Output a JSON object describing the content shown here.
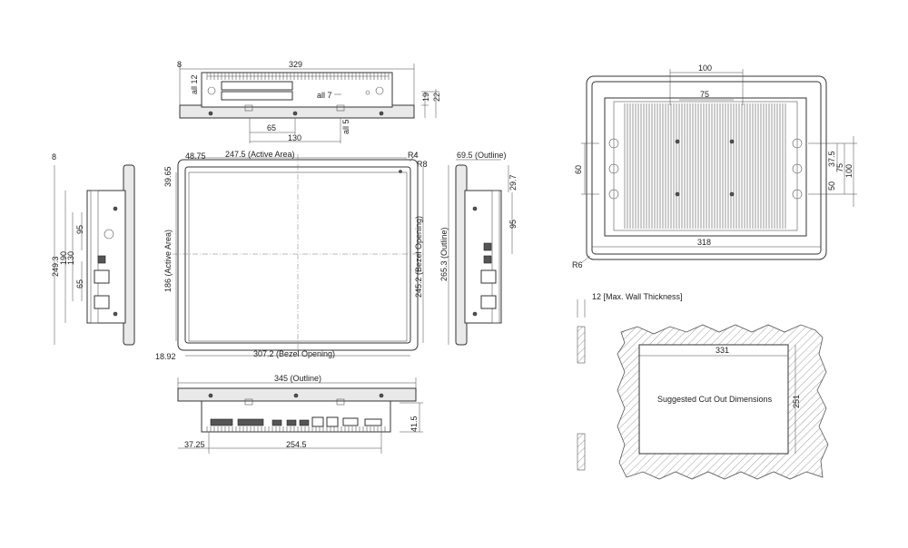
{
  "top_view": {
    "width": "329",
    "side": "8",
    "all12": "all 12",
    "all7": "all 7",
    "all5": "all 5",
    "h19": "19",
    "h22": "22",
    "d65": "65",
    "d130": "130"
  },
  "front_view": {
    "active_w": "247.5 (Active Area)",
    "left_off": "48.75",
    "top_off": "39.65",
    "active_h": "186 (Active Area)",
    "bezel_h": "245.2 (Bezel Opening)",
    "bezel_w": "307.2 (Bezel Opening)",
    "bottom_off": "18.92",
    "r4": "R4",
    "r8": "R8"
  },
  "left_side": {
    "top": "8",
    "h249": "249.3",
    "h190": "190",
    "h130": "130",
    "h95": "95",
    "h65": "65"
  },
  "right_side": {
    "outline_w": "69.5 (Outline)",
    "outline_h": "265.3 (Outline)",
    "d29": "29.7",
    "d95": "95"
  },
  "bottom_view": {
    "outline": "345 (Outline)",
    "d37": "37.25",
    "d254": "254.5",
    "d41": "41.5"
  },
  "rear_view": {
    "d100": "100",
    "d75": "75",
    "d60": "60",
    "d37": "37.5",
    "d75v": "75",
    "d100v": "100",
    "d50": "50",
    "d318": "318",
    "r6": "R6"
  },
  "cutout": {
    "wall": "12 [Max. Wall Thickness]",
    "w": "331",
    "h": "251",
    "label": "Suggested Cut Out Dimensions"
  }
}
